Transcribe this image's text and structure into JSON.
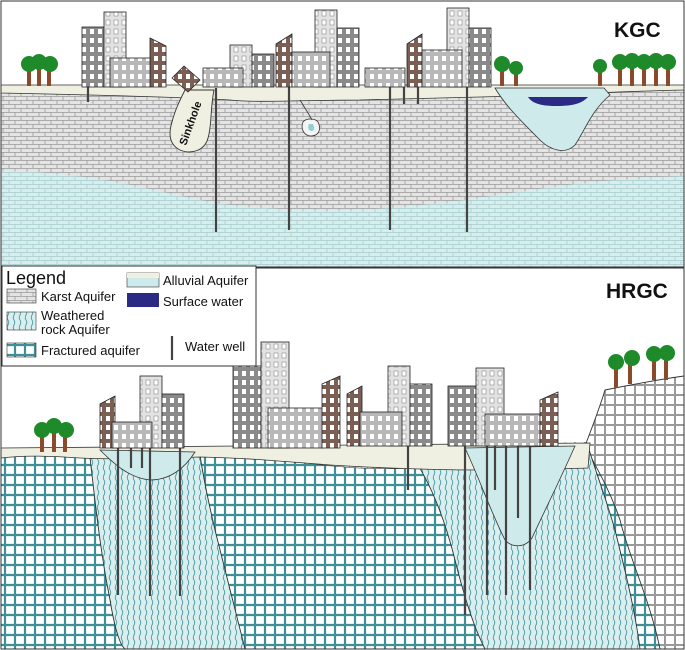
{
  "labels": {
    "top_section": "KGC",
    "bottom_section": "HRGC",
    "sinkhole": "Sinkhole"
  },
  "legend": {
    "title": "Legend",
    "items": {
      "karst": "Karst Aquifer",
      "weathered_line1": "Weathered",
      "weathered_line2": "rock  Aquifer",
      "fractured": "Fractured aquifer",
      "alluvial": "Alluvial Aquifer",
      "surface_water": "Surface water",
      "water_well": "Water well"
    }
  },
  "colors": {
    "karst_fill": "#e4e4e4",
    "karst_brick": "#9a9a9a",
    "aquifer_blue": "#d6eeee",
    "weathered_hatch": "#4a9aa0",
    "fractured_cross": "#3f8f96",
    "alluvial": "#f0f0e2",
    "alluvial_basin": "#cfeaea",
    "surface_water": "#2b2b86",
    "well": "#444444",
    "tree_trunk": "#8b4a2a",
    "tree_leaf": "#1e8a2a"
  }
}
